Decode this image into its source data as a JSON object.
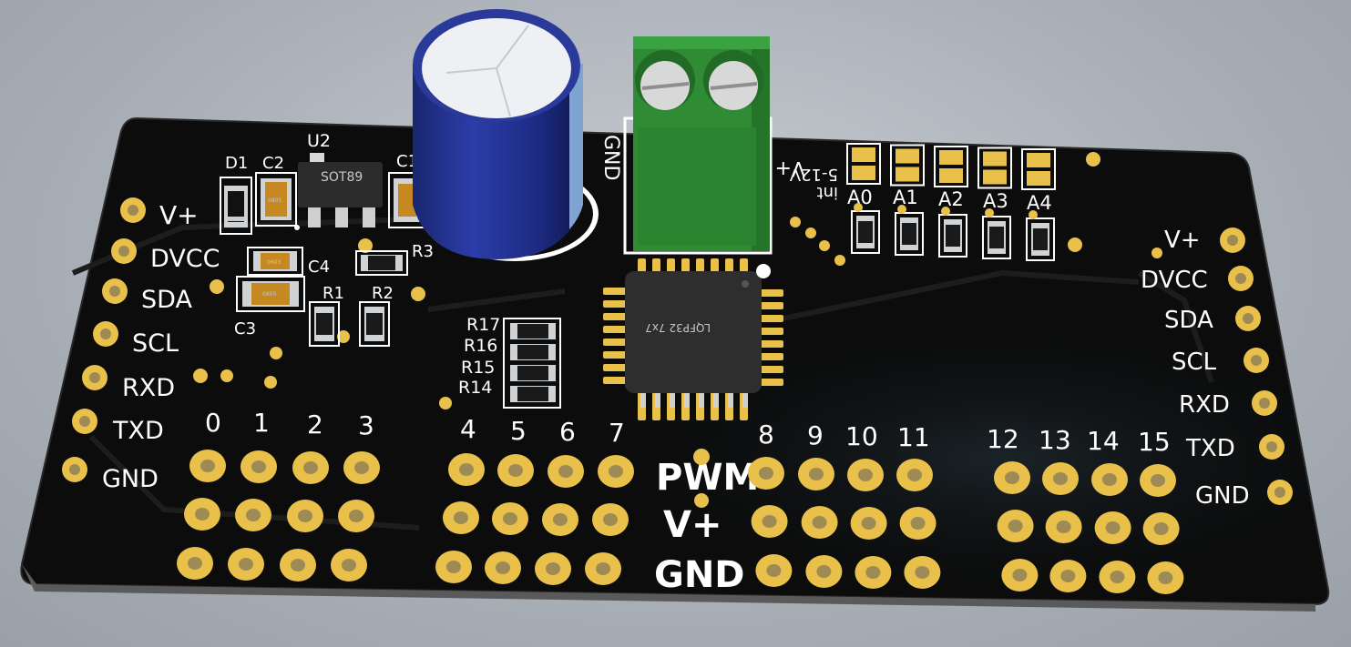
{
  "board": {
    "left_labels": [
      "V+",
      "DVCC",
      "SDA",
      "SCL",
      "RXD",
      "TXD",
      "GND"
    ],
    "right_labels": [
      "V+",
      "DVCC",
      "SDA",
      "SCL",
      "RXD",
      "TXD",
      "GND"
    ],
    "channel_numbers": [
      "0",
      "1",
      "2",
      "3",
      "4",
      "5",
      "6",
      "7",
      "8",
      "9",
      "10",
      "11",
      "12",
      "13",
      "14",
      "15"
    ],
    "row_labels": [
      "PWM",
      "V+",
      "GND"
    ],
    "terminal_labels": {
      "gnd": "GND",
      "vplus": "V+",
      "range": "5-12V",
      "int": "int"
    },
    "analog_labels": [
      "A0",
      "A1",
      "A2",
      "A3",
      "A4"
    ],
    "component_labels": {
      "d1": "D1",
      "c2": "C2",
      "u2": "U2",
      "c1": "C1",
      "c4": "C4",
      "c3": "C3",
      "r1": "R1",
      "r2": "R2",
      "r3": "R3",
      "r17": "R17",
      "r16": "R16",
      "r15": "R15",
      "r14": "R14"
    },
    "regulator_marking": "SOT89",
    "mcu_marking": "LQFP32 7x7",
    "smd_codes": {
      "c2": "0805",
      "c4": "0603",
      "c3": "0805"
    }
  },
  "colors": {
    "pcb": "#111111",
    "silkscreen": "#ffffff",
    "pad_gold": "#e8c04a",
    "terminal_green": "#2e8a34",
    "capacitor_blue": "#1f2f8a"
  }
}
